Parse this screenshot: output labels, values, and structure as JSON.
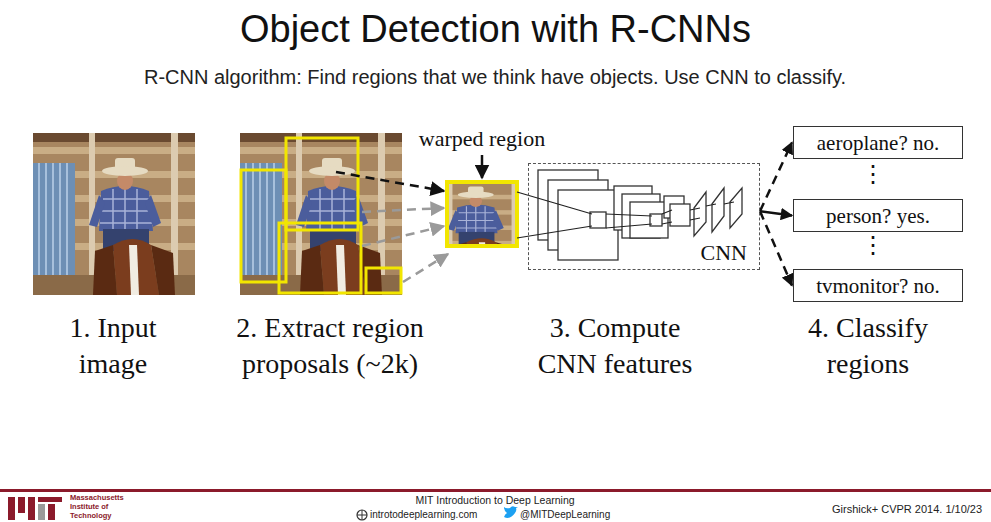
{
  "diagram": {
    "title": "Object Detection with R-CNNs",
    "nodes": [
      {
        "text": [
          "CNN"
        ]
      },
      {
        "text": [
          "aeroplane? no."
        ]
      },
      {
        "text": [
          "person? yes."
        ]
      },
      {
        "text": [
          "tvmonitor? no."
        ]
      }
    ],
    "edges": [
      {
        "from": 0,
        "to": 1,
        "arrow": "to"
      },
      {
        "from": 0,
        "to": 2,
        "arrow": "to"
      },
      {
        "from": 0,
        "to": 3,
        "arrow": "to"
      }
    ],
    "labels": [
      "R-CNN algorithm: Find regions that we think have objects. Use CNN to classify.",
      "⋮",
      "⋮",
      "1. Input image",
      "2. Extract region proposals (~2k)",
      "3. Compute CNN features",
      "4. Classify regions",
      "warped region",
      "Massachusetts Institute of Technology",
      "MIT Introduction to Deep Learning",
      "introtodeeplearning.com",
      "@MITDeepLearning",
      "Girshick+ CVPR 2014. 1/10/23"
    ]
  }
}
